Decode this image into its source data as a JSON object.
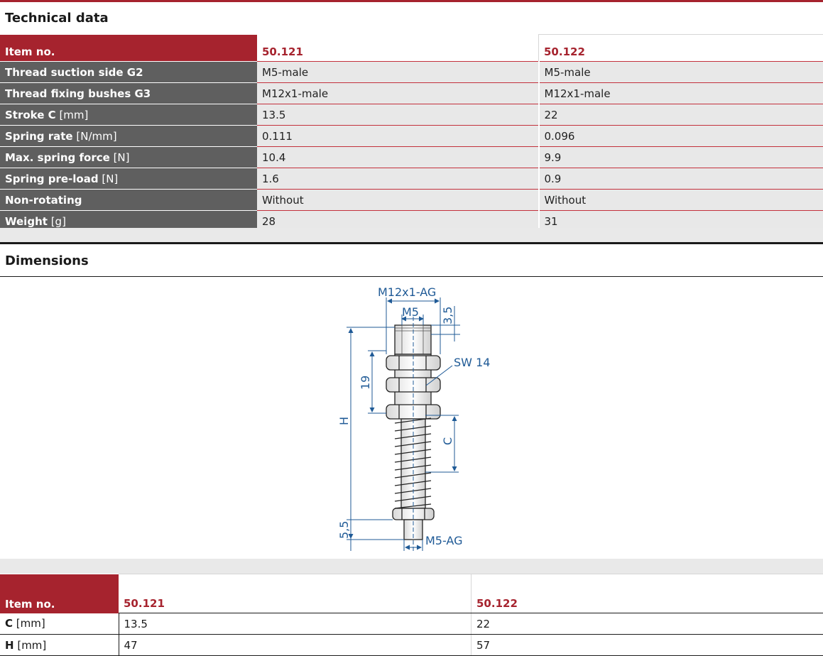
{
  "technical_data": {
    "title": "Technical data",
    "header": {
      "label": "Item no.",
      "col1": "50.121",
      "col2": "50.122"
    },
    "rows": [
      {
        "label_bold": "Thread suction side G2",
        "unit": "",
        "v1": "M5-male",
        "v2": "M5-male"
      },
      {
        "label_bold": "Thread fixing bushes G3",
        "unit": "",
        "v1": "M12x1-male",
        "v2": "M12x1-male"
      },
      {
        "label_bold": "Stroke C",
        "unit": "[mm]",
        "v1": "13.5",
        "v2": "22"
      },
      {
        "label_bold": "Spring rate",
        "unit": "[N/mm]",
        "v1": "0.111",
        "v2": "0.096"
      },
      {
        "label_bold": "Max. spring force",
        "unit": "[N]",
        "v1": "10.4",
        "v2": "9.9"
      },
      {
        "label_bold": "Spring pre-load",
        "unit": "[N]",
        "v1": "1.6",
        "v2": "0.9"
      },
      {
        "label_bold": "Non-rotating",
        "unit": "",
        "v1": "Without",
        "v2": "Without"
      },
      {
        "label_bold": "Weight",
        "unit": "[g]",
        "v1": "28",
        "v2": "31"
      }
    ]
  },
  "dimensions": {
    "title": "Dimensions",
    "drawing_labels": {
      "bush_thread": "M12x1-AG",
      "top_thread": "M5",
      "top_height": "3,5",
      "wrench_size": "SW 14",
      "nut_height": "19",
      "overall_height": "H",
      "stroke": "C",
      "bottom_height": "5,5",
      "bottom_thread": "M5-AG"
    },
    "table": {
      "header": {
        "label": "Item no.",
        "col1": "50.121",
        "col2": "50.122"
      },
      "rows": [
        {
          "label_bold": "C",
          "unit": "[mm]",
          "v1": "13.5",
          "v2": "22"
        },
        {
          "label_bold": "H",
          "unit": "[mm]",
          "v1": "47",
          "v2": "57"
        }
      ]
    }
  },
  "colors": {
    "accent_red": "#a6232e",
    "label_gray": "#5f5f5f",
    "value_bg": "#e8e8e8",
    "dimension_blue": "#1f5a96"
  }
}
